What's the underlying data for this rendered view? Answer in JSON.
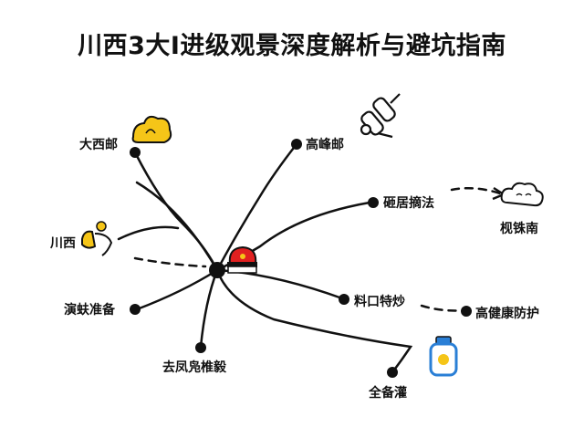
{
  "title": "川西3大I进级观景深度解析与避坑指南",
  "nodes": {
    "top_left": "大西邮",
    "top_center": "高峰邮",
    "upper_right": "砸居摘法",
    "cloud": "枧铢南",
    "left": "川西",
    "lower_left": "演蚨准备",
    "center_right": "料口特炒",
    "far_right": "高健康防护",
    "bottom_center": "去凤凫椎毅",
    "bottom_right": "全备灌"
  },
  "colors": {
    "line": "#111111",
    "sun_yellow": "#f5c518",
    "hat_red": "#e02020",
    "bottle_blue": "#2a7fd6"
  }
}
